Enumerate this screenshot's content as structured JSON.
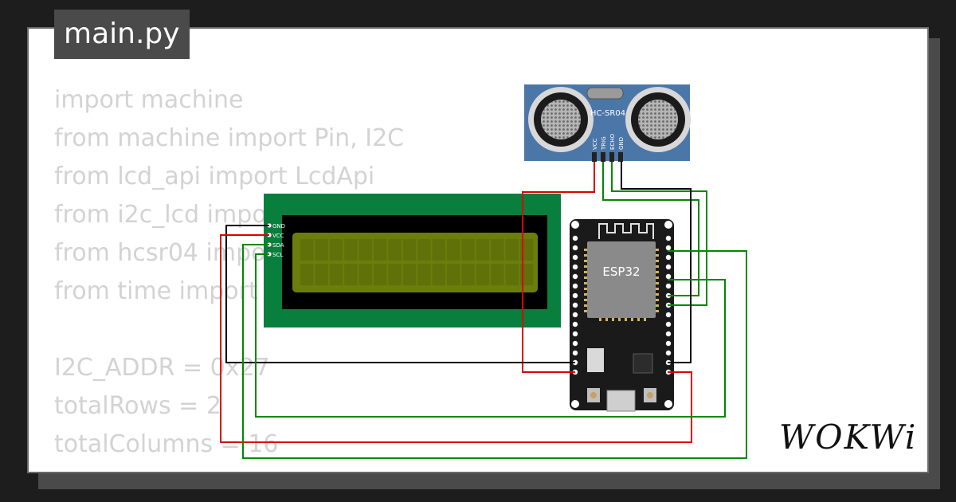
{
  "file_tab": {
    "label": "main.py"
  },
  "code_lines": [
    "import machine",
    "from machine import Pin, I2C",
    "from lcd_api import LcdApi",
    "from i2c_lcd import I2cLcd",
    "from hcsr04 import HCSR04",
    "from time import sleep",
    "",
    "I2C_ADDR = 0x27",
    "totalRows = 2",
    "totalColumns = 16"
  ],
  "sensor": {
    "label": "HC-SR04",
    "pins": [
      "VCC",
      "TRIG",
      "ECHO",
      "GND"
    ]
  },
  "lcd": {
    "pins": [
      "GND",
      "VCC",
      "SDA",
      "SCL"
    ]
  },
  "mcu": {
    "label": "ESP32"
  },
  "brand": {
    "label": "WOKWi"
  },
  "colors": {
    "wire_red": "#dd0000",
    "wire_black": "#000000",
    "wire_green": "#008800",
    "lcd_board": "#087f3c",
    "sensor_board": "#4a77a8"
  }
}
